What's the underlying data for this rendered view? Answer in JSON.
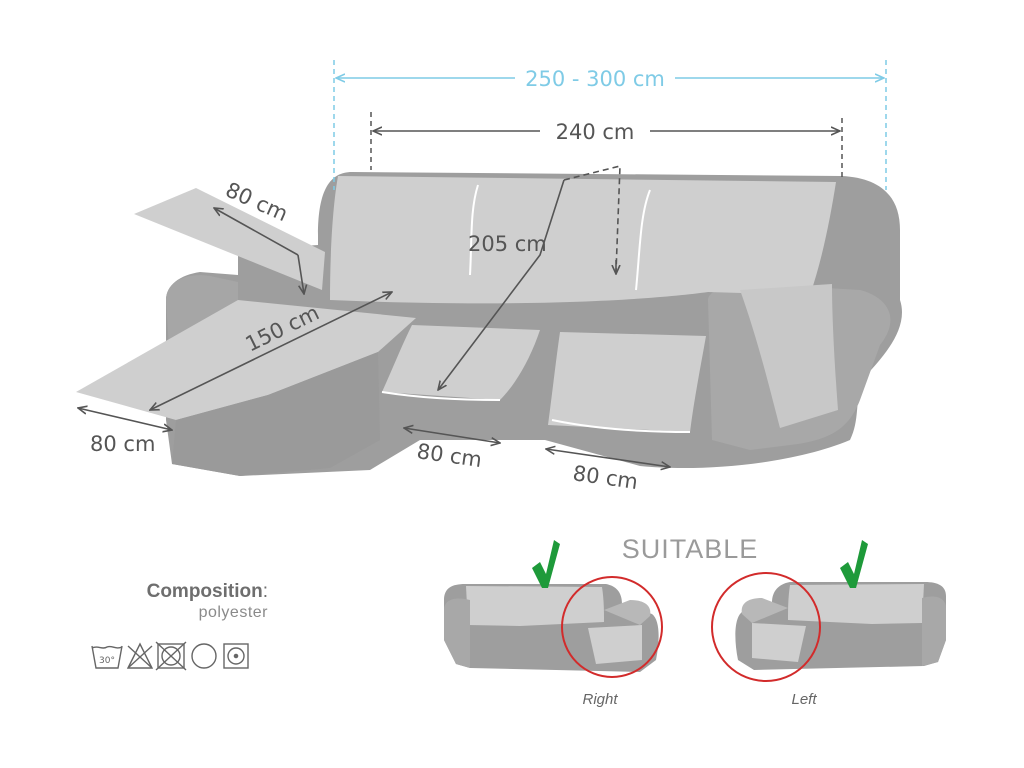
{
  "dimensions": {
    "outer_width": "250 - 300 cm",
    "cover_width": "240 cm",
    "depth": "205 cm",
    "armrest": "80 cm",
    "chaise_length": "150 cm",
    "chaise_width": "80 cm",
    "seat_left": "80 cm",
    "seat_right": "80 cm"
  },
  "suitable": {
    "title": "SUITABLE",
    "options": [
      {
        "label": "Right",
        "check_color": "#1e9a3a"
      },
      {
        "label": "Left",
        "check_color": "#1e9a3a"
      }
    ]
  },
  "composition": {
    "title": "Composition",
    "value": "polyester",
    "care_icons": [
      "wash-30-icon",
      "no-bleach-icon",
      "no-tumble-dry-icon",
      "dry-flat-icon",
      "iron-low-icon"
    ],
    "care_wash_temp": "30°"
  },
  "colors": {
    "sofa": "#9e9e9e",
    "cover": "#cfcfcf",
    "dimension_blue": "#7fcbe6",
    "dimension_gray": "#555555",
    "circle": "#d22b2b",
    "check": "#1e9a3a"
  }
}
